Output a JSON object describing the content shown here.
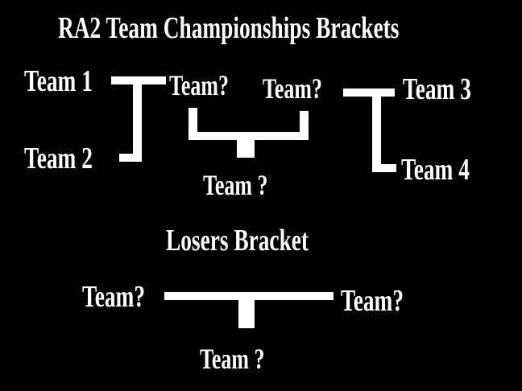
{
  "title": "RA2 Team Championships Brackets",
  "colors": {
    "background": "#000000",
    "foreground": "#ffffff"
  },
  "winners_bracket": {
    "left": {
      "team_top": "Team 1",
      "team_bottom": "Team 2",
      "winner": "Team?"
    },
    "right": {
      "team_top": "Team 3",
      "team_bottom": "Team 4",
      "winner": "Team?"
    },
    "final_winner": "Team ?"
  },
  "losers_bracket": {
    "title": "Losers Bracket",
    "left_team": "Team?",
    "right_team": "Team?",
    "winner": "Team ?"
  }
}
